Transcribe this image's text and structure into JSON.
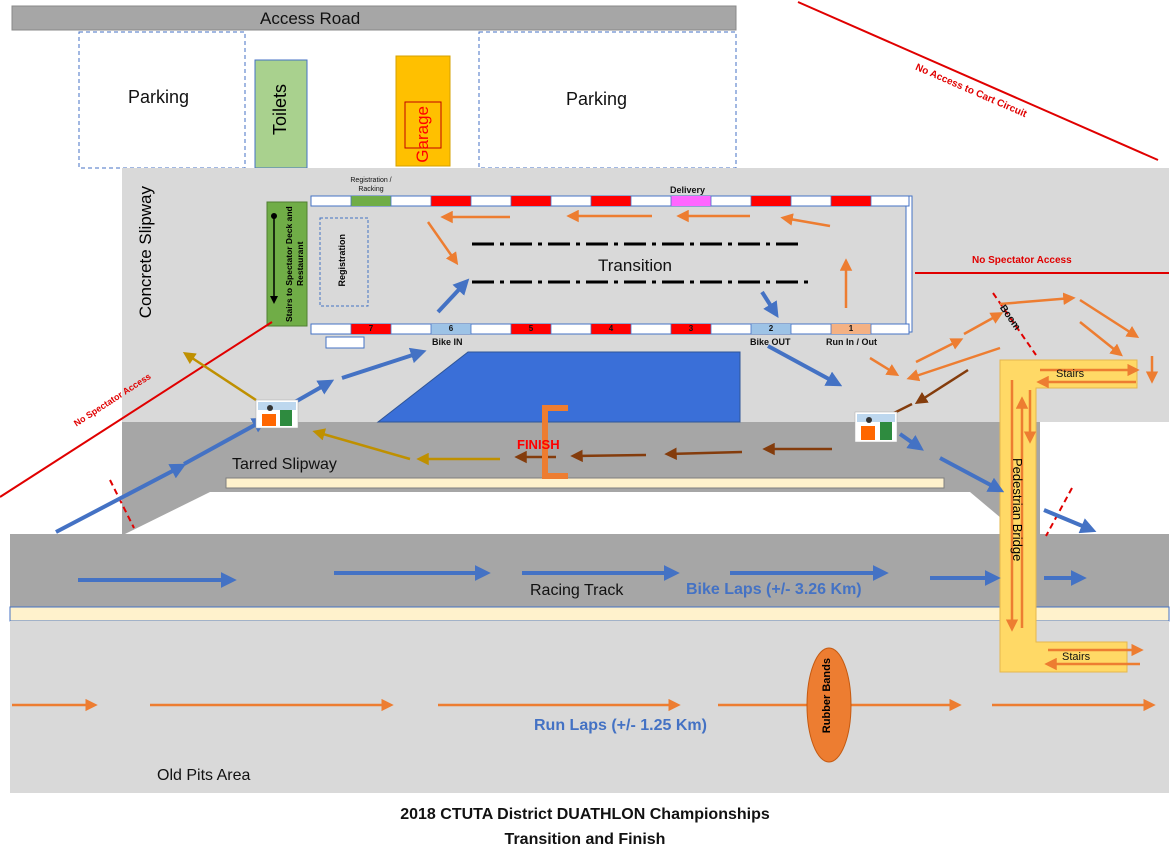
{
  "labels": {
    "access_road": "Access Road",
    "parking_left": "Parking",
    "parking_right": "Parking",
    "toilets": "Toilets",
    "garage": "Garage",
    "no_access_cart": "No Access to Cart Circuit",
    "concrete_slipway": "Concrete Slipway",
    "stairs_deck": "Stairs to Spectator Deck and Restaurant",
    "registration_box": "Registration",
    "registration_racking": "Registration / Racking",
    "delivery": "Delivery",
    "transition": "Transition",
    "no_spectator_right": "No Spectator Access",
    "no_spectator_left": "No Spectator Access",
    "boom": "Boom",
    "bike_in": "Bike IN",
    "bike_out": "Bike OUT",
    "run_in_out": "Run In / Out",
    "stairs_top": "Stairs",
    "stairs_bottom": "Stairs",
    "finish": "FINISH",
    "tarred_slipway": "Tarred Slipway",
    "pedestrian_bridge": "Pedestrian Bridge",
    "racing_track": "Racing Track",
    "bike_laps": "Bike Laps (+/- 3.26 Km)",
    "rubber_bands": "Rubber Bands",
    "run_laps": "Run Laps (+/- 1.25 Km)",
    "old_pits": "Old Pits Area"
  },
  "bottom_slots": [
    "7",
    "6",
    "5",
    "4",
    "3",
    "2",
    "1"
  ],
  "caption": {
    "line1": "2018 CTUTA District DUATHLON Championships",
    "line2": "Transition and Finish"
  },
  "colors": {
    "road": "#a6a6a6",
    "area": "#d9d9d9",
    "track": "#bfbfbf",
    "bike_route": "#4472c4",
    "run_route": "#ed7d31",
    "finish_route": "#843c0c",
    "exit_route": "#bf9000",
    "restricted_line": "#e00000",
    "rack_red": "#ff0000",
    "rack_green": "#70ad47",
    "rack_blue": "#9dc3e6",
    "rack_pink": "#ff66ff",
    "rack_salmon": "#f4b183",
    "water": "#3a6fd8",
    "bridge": "#ffd966",
    "toilets": "#a9d18e",
    "garage": "#ffc000",
    "rubber_bands": "#ed7d31"
  }
}
